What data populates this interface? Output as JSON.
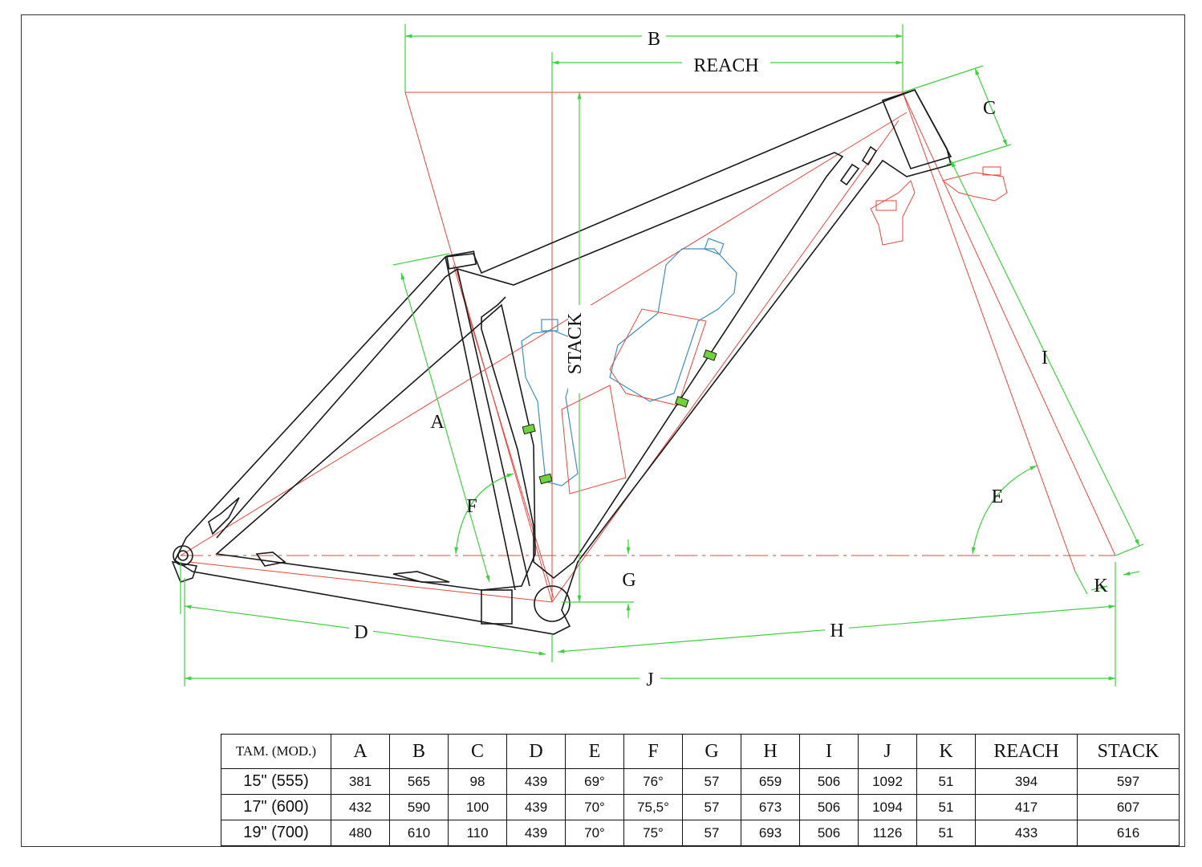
{
  "dimension_labels": {
    "A": "A",
    "B": "B",
    "C": "C",
    "D": "D",
    "E": "E",
    "F": "F",
    "G": "G",
    "H": "H",
    "I": "I",
    "J": "J",
    "K": "K",
    "reach": "REACH",
    "stack": "STACK"
  },
  "colors": {
    "frame": "#1a1a1a",
    "construction": "#e8453c",
    "dimension": "#3fd13f",
    "bottle": "#3f8fc0",
    "accent": "#6fd43a"
  },
  "table": {
    "headers": [
      "TAM. (MOD.)",
      "A",
      "B",
      "C",
      "D",
      "E",
      "F",
      "G",
      "H",
      "I",
      "J",
      "K",
      "REACH",
      "STACK"
    ],
    "rows": [
      [
        "15\" (555)",
        "381",
        "565",
        "98",
        "439",
        "69°",
        "76°",
        "57",
        "659",
        "506",
        "1092",
        "51",
        "394",
        "597"
      ],
      [
        "17\" (600)",
        "432",
        "590",
        "100",
        "439",
        "70°",
        "75,5°",
        "57",
        "673",
        "506",
        "1094",
        "51",
        "417",
        "607"
      ],
      [
        "19\" (700)",
        "480",
        "610",
        "110",
        "439",
        "70°",
        "75°",
        "57",
        "693",
        "506",
        "1126",
        "51",
        "433",
        "616"
      ]
    ]
  }
}
